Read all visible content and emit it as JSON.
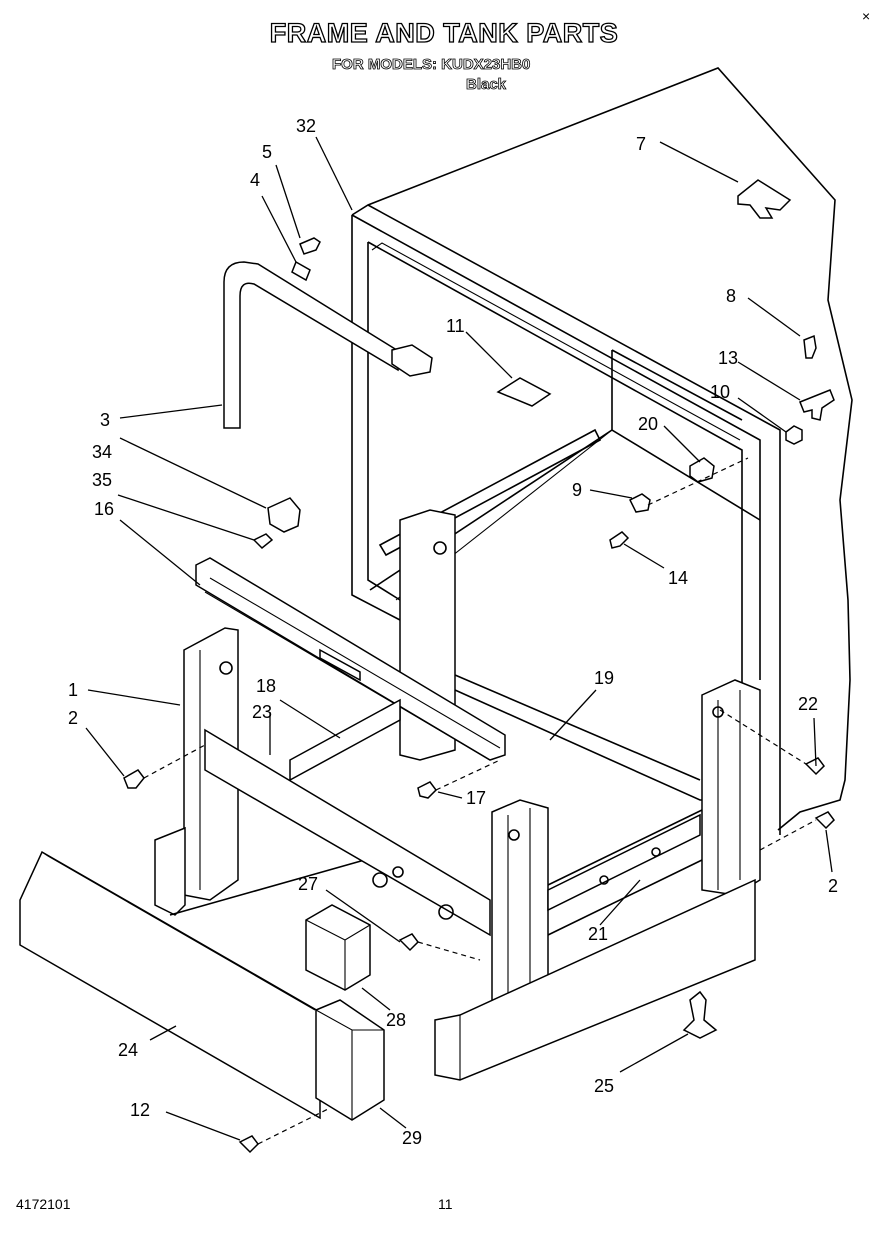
{
  "header": {
    "title": "FRAME AND TANK PARTS",
    "models_line": "FOR MODELS: KUDX23HB0",
    "color_line": "Black"
  },
  "corner_mark": "×",
  "footer": {
    "doc_number": "4172101",
    "page_number": "11"
  },
  "callouts": [
    "1",
    "2",
    "2",
    "3",
    "4",
    "5",
    "7",
    "8",
    "9",
    "10",
    "11",
    "12",
    "13",
    "14",
    "16",
    "17",
    "18",
    "19",
    "20",
    "21",
    "22",
    "23",
    "24",
    "25",
    "27",
    "28",
    "29",
    "32",
    "34",
    "35"
  ]
}
